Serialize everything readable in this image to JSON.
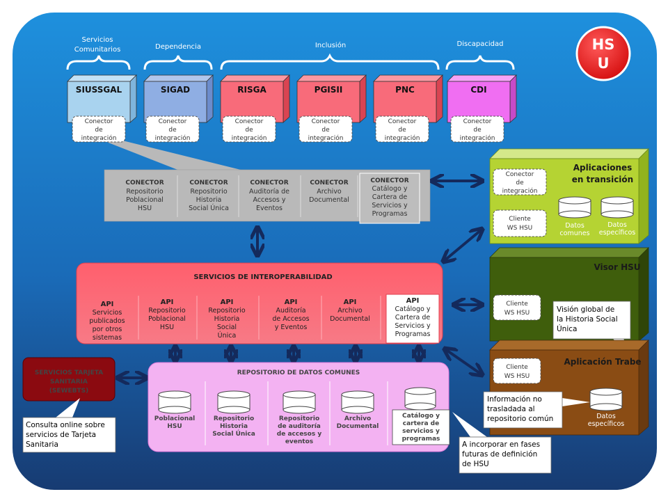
{
  "badge": {
    "line1": "HS",
    "line2": "U"
  },
  "groups": {
    "comunitarios": [
      "Servicios",
      "Comunitarios"
    ],
    "dependencia": "Dependencia",
    "inclusion": "Inclusión",
    "discapacidad": "Discapacidad"
  },
  "systems": [
    {
      "label": "SIUSSGAL",
      "color": "#a9d3ef"
    },
    {
      "label": "SIGAD",
      "color": "#8faee3"
    },
    {
      "label": "RISGA",
      "color": "#f86b7a"
    },
    {
      "label": "PGISII",
      "color": "#f86b7a"
    },
    {
      "label": "PNC",
      "color": "#f86b7a"
    },
    {
      "label": "CDI",
      "color": "#f06ef2"
    }
  ],
  "connector_tag": [
    "Conector",
    "de",
    "integración"
  ],
  "conectores": [
    [
      "CONECTOR",
      "Repositorio",
      "Poblacional",
      "HSU"
    ],
    [
      "CONECTOR",
      "Repositorio",
      "Historia",
      "Social Única"
    ],
    [
      "CONECTOR",
      "Auditoría de",
      "Accesos y",
      "Eventos"
    ],
    [
      "CONECTOR",
      "Archivo",
      "Documental"
    ],
    [
      "CONECTOR",
      "Catálogo y",
      "Cartera de",
      "Servicios y",
      "Programas"
    ]
  ],
  "interop": {
    "title": "SERVICIOS DE INTEROPERABILIDAD",
    "apis": [
      [
        "API",
        "Servicios",
        "publicados",
        "por otros",
        "sistemas"
      ],
      [
        "API",
        "Repositorio",
        "Poblacional",
        "HSU"
      ],
      [
        "API",
        "Repositorio",
        "Historia",
        "Social",
        "Única"
      ],
      [
        "API",
        "Auditoría",
        "de Accesos",
        "y Eventos"
      ],
      [
        "API",
        "Archivo",
        "Documental"
      ],
      [
        "API",
        "Catálogo y",
        "Cartera de",
        "Servicios y",
        "Programas"
      ]
    ]
  },
  "sewebts": {
    "lines": [
      "SERVICIOS TARJETA",
      "SANITARIA",
      "(SEWEBTS)"
    ]
  },
  "repositorio": {
    "title": "REPOSITORIO DE DATOS COMUNES",
    "items": [
      [
        "Poblacional",
        "HSU"
      ],
      [
        "Repositorio",
        "Historia",
        "Social Única"
      ],
      [
        "Repositorio",
        "de auditoría",
        "de accesos y",
        "eventos"
      ],
      [
        "Archivo",
        "Documental"
      ],
      [
        "Catálogo y",
        "cartera de",
        "servicios y",
        "programas"
      ]
    ]
  },
  "apps": {
    "transicion": {
      "title": [
        "Aplicaciones",
        "en transición"
      ],
      "connector": [
        "Conector",
        "de",
        "integración"
      ],
      "client": [
        "Cliente",
        "WS HSU"
      ],
      "db1": [
        "Datos",
        "comunes"
      ],
      "db2": [
        "Datos",
        "específicos"
      ]
    },
    "visor": {
      "title": "Visor HSU",
      "client": [
        "Cliente",
        "WS HSU"
      ],
      "note": [
        "Visión global de",
        "la Historia Social",
        "Única"
      ]
    },
    "trabe": {
      "title": "Aplicación Trabe",
      "client": [
        "Cliente",
        "WS HSU"
      ],
      "db": [
        "Datos",
        "específicos"
      ],
      "note": [
        "Información no",
        "trasladada al",
        "repositorio común"
      ]
    }
  },
  "callouts": {
    "tarjeta": [
      "Consulta online sobre",
      "servicios de Tarjeta",
      "Sanitaria"
    ],
    "fases": [
      "A incorporar en fases",
      "futuras de definición",
      "de HSU"
    ]
  }
}
